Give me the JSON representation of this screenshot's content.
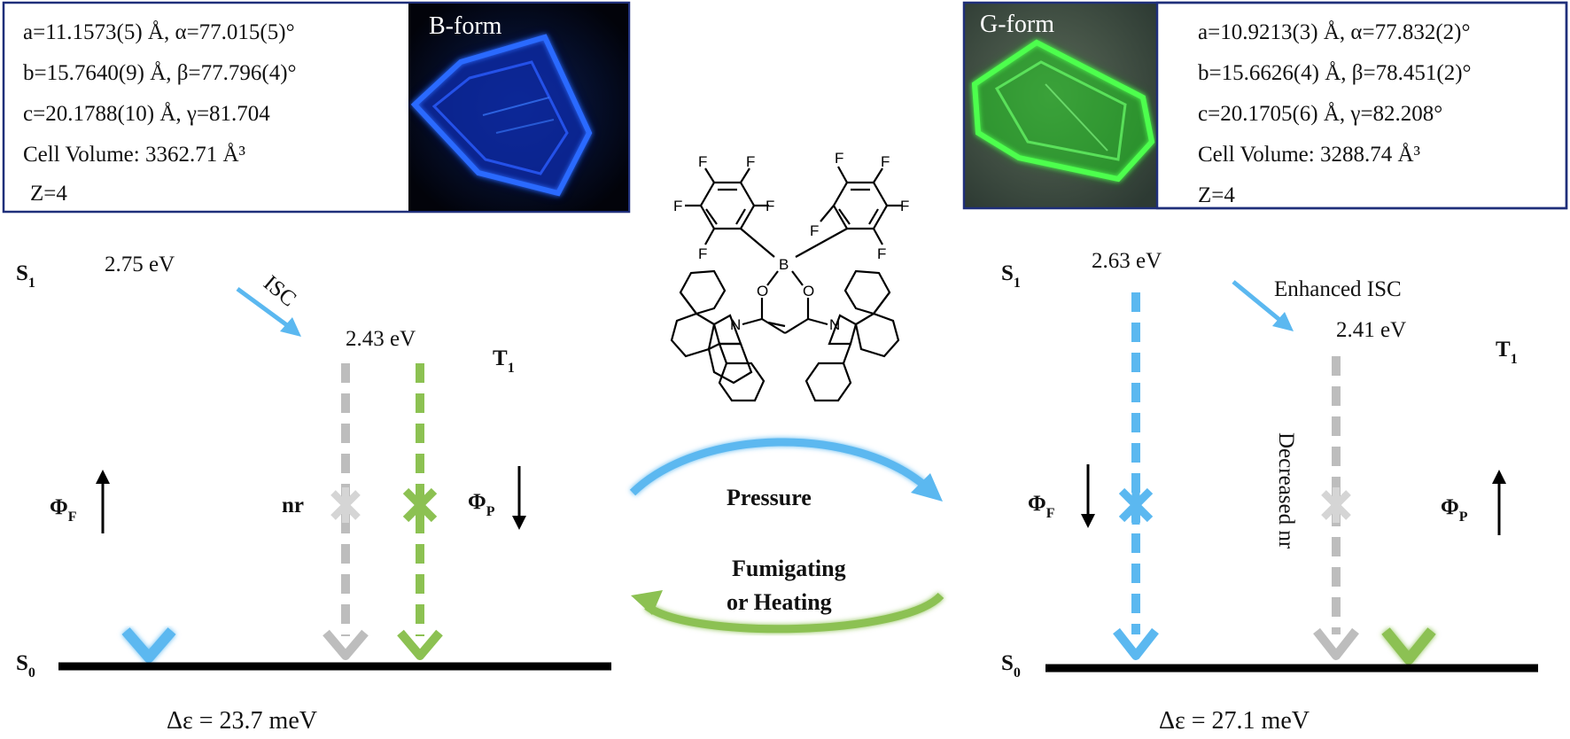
{
  "b_form": {
    "photo_label": "B-form",
    "line_a": "a=11.1573(5) Å, α=77.015(5)°",
    "line_b": "b=15.7640(9) Å, β=77.796(4)°",
    "line_c": "c=20.1788(10) Å, γ=81.704",
    "volume": "Cell Volume: 3362.71 Å³",
    "z": "Z=4",
    "s1_energy": "2.75 eV",
    "t1_energy": "2.43 eV",
    "isc_label": "ISC",
    "nr_label": "nr",
    "delta": "Δε = 23.7 meV"
  },
  "g_form": {
    "photo_label": "G-form",
    "line_a": "a=10.9213(3) Å, α=77.832(2)°",
    "line_b": "b=15.6626(4) Å, β=78.451(2)°",
    "line_c": "c=20.1705(6) Å, γ=82.208°",
    "volume": "Cell Volume: 3288.74 Å³",
    "z": "Z=4",
    "s1_energy": "2.63 eV",
    "t1_energy": "2.41 eV",
    "isc_label": "Enhanced ISC",
    "nr_label": "Decreased nr",
    "delta": "Δε = 27.1 meV"
  },
  "states": {
    "s": "S",
    "t": "T",
    "sub0": "0",
    "sub1": "1"
  },
  "yields": {
    "phi": "Φ",
    "f": "F",
    "p": "P"
  },
  "conditions": {
    "forward": "Pressure",
    "reverse_line1": "Fumigating",
    "reverse_line2": "or Heating"
  },
  "molecule": {
    "boron": "B",
    "oxygen": "O",
    "nitrogen": "N",
    "fluorine": "F"
  },
  "colors": {
    "singlet": "#5bb8f0",
    "triplet": "#8cc152",
    "nonradiative": "#bdbdbd",
    "frame": "#1f2f7a",
    "blue_crystal": "#1565ff",
    "green_crystal": "#3cf03c"
  }
}
